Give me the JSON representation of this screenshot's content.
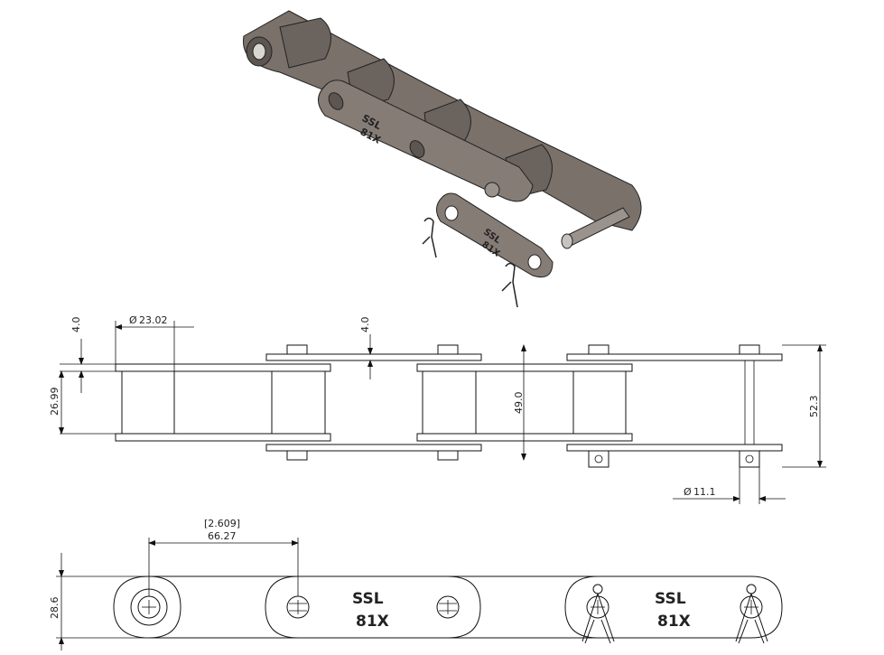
{
  "stamp": {
    "line1": "SSL",
    "line2": "81X"
  },
  "dimensions": {
    "bush_dia": "23.02",
    "plate_thk_left": "4.0",
    "plate_thk_mid": "4.0",
    "inner_height": "26.99",
    "outer_height": "49.0",
    "overall_width": "52.3",
    "pin_dia": "11.1",
    "pitch_in": "[2.609]",
    "pitch_mm": "66.27",
    "plate_height": "28.6"
  },
  "symbols": {
    "diameter": "Ø"
  }
}
